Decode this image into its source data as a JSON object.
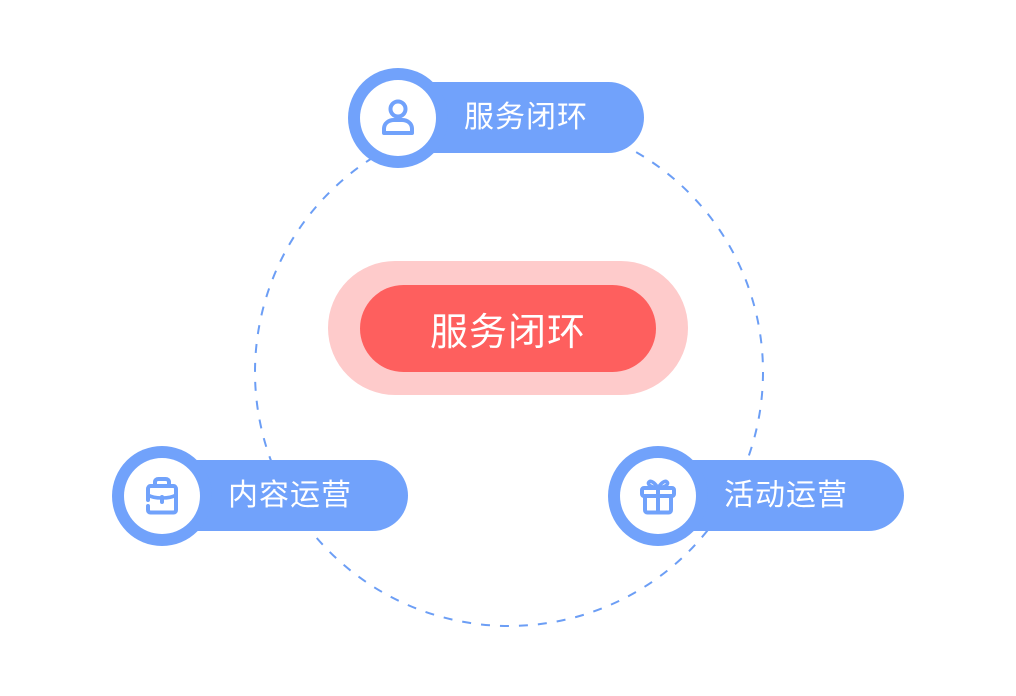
{
  "colors": {
    "node_blue": "#71a2fb",
    "ring_dash": "#6c9ef5",
    "center_red": "#fe5f5e",
    "center_halo": "#fecbcb",
    "text": "#ffffff"
  },
  "center": {
    "label": "服务闭环"
  },
  "nodes": [
    {
      "label": "服务闭环",
      "icon": "user-icon"
    },
    {
      "label": "内容运营",
      "icon": "briefcase-icon"
    },
    {
      "label": "活动运营",
      "icon": "gift-icon"
    }
  ]
}
